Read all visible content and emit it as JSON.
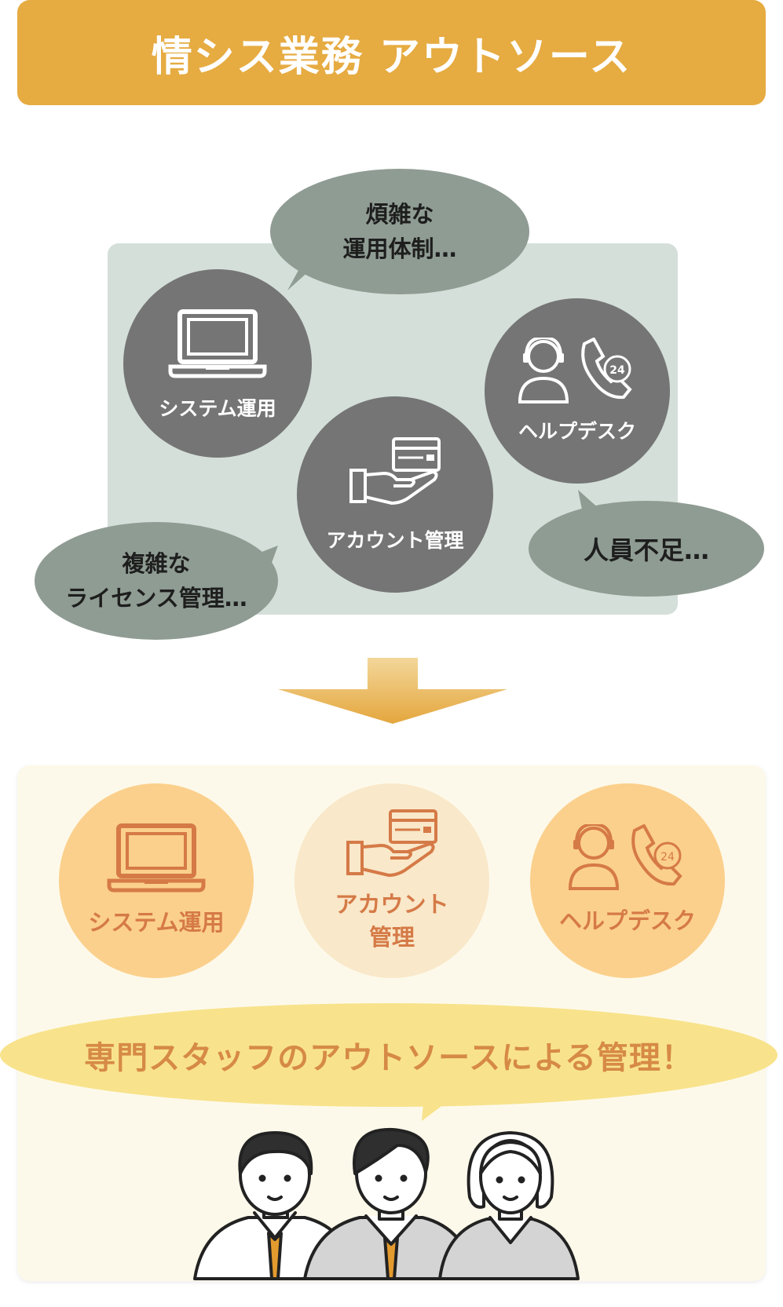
{
  "title": "情シス業務 アウトソース",
  "problems": {
    "bubble_top": [
      "煩雑な",
      "運用体制…"
    ],
    "bubble_left": [
      "複雑な",
      "ライセンス管理…"
    ],
    "bubble_right": "人員不足…",
    "circles": [
      {
        "label": "システム運用",
        "icon": "laptop-icon"
      },
      {
        "label": "アカウント管理",
        "icon": "hand-card-icon"
      },
      {
        "label": "ヘルプデスク",
        "icon": "headset-phone-24-icon"
      }
    ],
    "phone_badge": "24"
  },
  "solution": {
    "circles": [
      {
        "label": "システム運用",
        "icon": "laptop-icon"
      },
      {
        "label_line1": "アカウント",
        "label_line2": "管理",
        "icon": "hand-card-icon"
      },
      {
        "label": "ヘルプデスク",
        "icon": "headset-phone-24-icon"
      }
    ],
    "phone_badge": "24",
    "message": "専門スタッフのアウトソースによる管理！"
  },
  "colors": {
    "title_bar": "#e6ab41",
    "problem_panel": "#d4dfd9",
    "problem_circle": "#757575",
    "problem_bubble": "#8f9c93",
    "solution_panel": "#fdf9ea",
    "solution_icon": "#d57a47",
    "speech": "#f8e38c"
  }
}
